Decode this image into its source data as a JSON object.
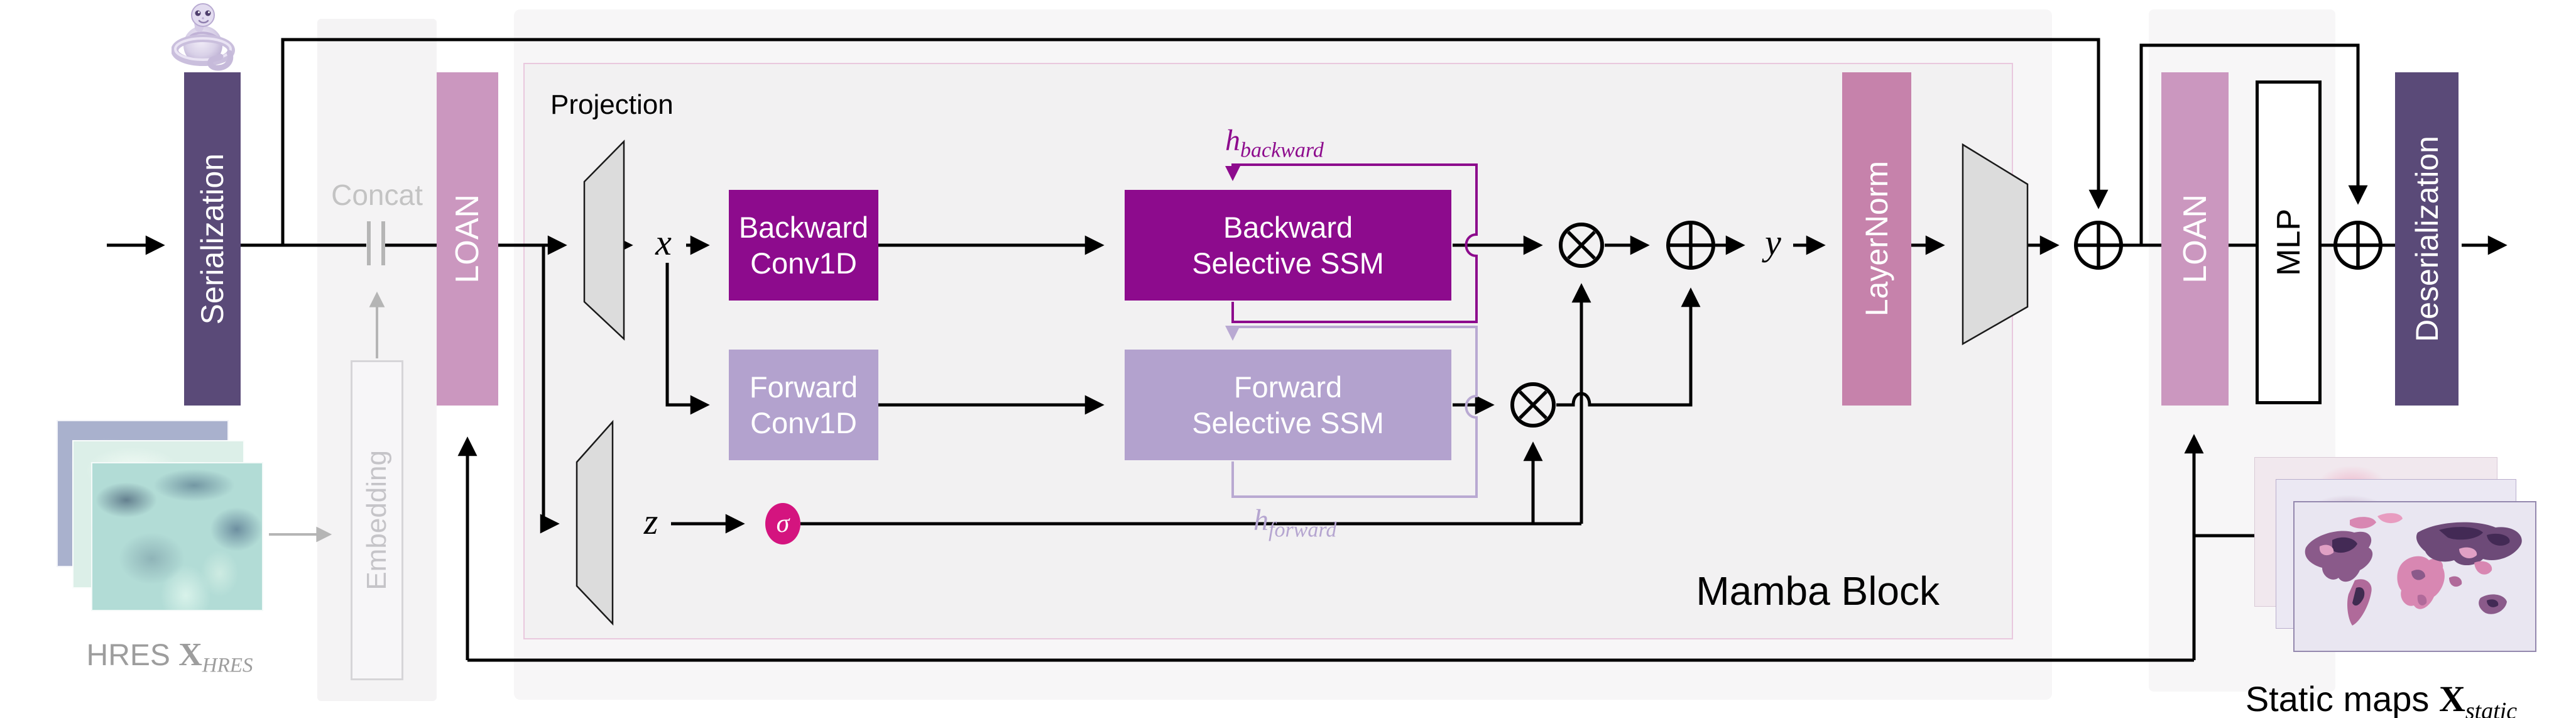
{
  "figure": {
    "type": "architecture-diagram",
    "title": "Mamba Block",
    "mascot": "snake-on-globe-mascot"
  },
  "pipeline": {
    "serialization": "Serialization",
    "concat": "Concat",
    "embedding": "Embedding",
    "loan_in": "LOAN",
    "loan_out": "LOAN",
    "layernorm": "LayerNorm",
    "mlp": "MLP",
    "deserialization": "Deserialization"
  },
  "mamba_block": {
    "title": "Mamba Block",
    "projection_label": "Projection",
    "backward_conv": {
      "line1": "Backward",
      "line2": "Conv1D"
    },
    "forward_conv": {
      "line1": "Forward",
      "line2": "Conv1D"
    },
    "backward_ssm": {
      "line1": "Backward",
      "line2": "Selective SSM"
    },
    "forward_ssm": {
      "line1": "Forward",
      "line2": "Selective SSM"
    },
    "signals": {
      "x": "x",
      "z": "z",
      "y": "y",
      "sigma": "σ"
    },
    "hidden_states": {
      "backward": {
        "base": "h",
        "sub": "backward"
      },
      "forward": {
        "base": "h",
        "sub": "forward"
      }
    },
    "operators": {
      "multiply": "⊗",
      "add": "⊕"
    }
  },
  "inputs": {
    "hres": {
      "prefix": "HRES",
      "var": "X",
      "sub": "HRES"
    }
  },
  "conditioning": {
    "static_maps": {
      "prefix": "Static maps",
      "var": "X",
      "sub": "static"
    }
  },
  "colors": {
    "dark_purple_box": "#5a4a78",
    "pink_loan": "#cb97bf",
    "mauve_layernorm": "#c682ab",
    "magenta_box": "#8d0b8d",
    "lavender_box": "#b3a2ce",
    "sigma_pink": "#d4147f",
    "loop_backward": "#8d0b8d",
    "loop_forward": "#b9a9d2",
    "panel_gray": "#f2f1f2",
    "panel_border_pink": "#e9c8de",
    "gray_text": "#c3c3c3",
    "line_black": "#000000"
  }
}
